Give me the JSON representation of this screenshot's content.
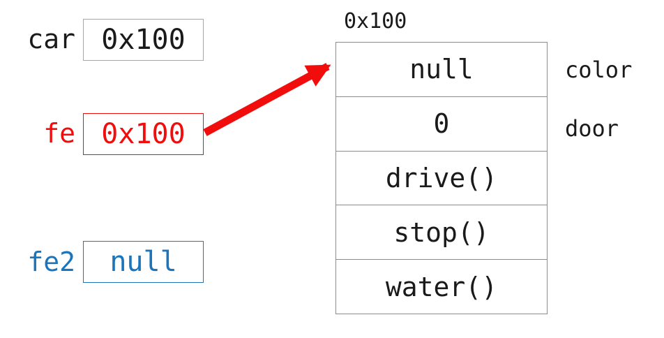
{
  "background_color": "#ffffff",
  "text_color": "#1a1a1a",
  "variables": [
    {
      "name": "car",
      "value": "0x100",
      "color": "#1a1a1a",
      "border_color": "#a6a6a6"
    },
    {
      "name": "fe",
      "value": "0x100",
      "color": "#f20d0d",
      "border_color": "#f20d0d"
    },
    {
      "name": "fe2",
      "value": "null",
      "color": "#1b75bc",
      "border_color": "#1b75bc"
    }
  ],
  "object": {
    "address_label": "0x100",
    "border_color": "#8c8c8c",
    "rows": [
      {
        "value": "null",
        "field_label": "color"
      },
      {
        "value": "0",
        "field_label": "door"
      },
      {
        "value": "drive()",
        "field_label": ""
      },
      {
        "value": "stop()",
        "field_label": ""
      },
      {
        "value": "water()",
        "field_label": ""
      }
    ]
  },
  "arrow": {
    "from": "fe",
    "to": "0x100",
    "color": "#f20d0d"
  }
}
